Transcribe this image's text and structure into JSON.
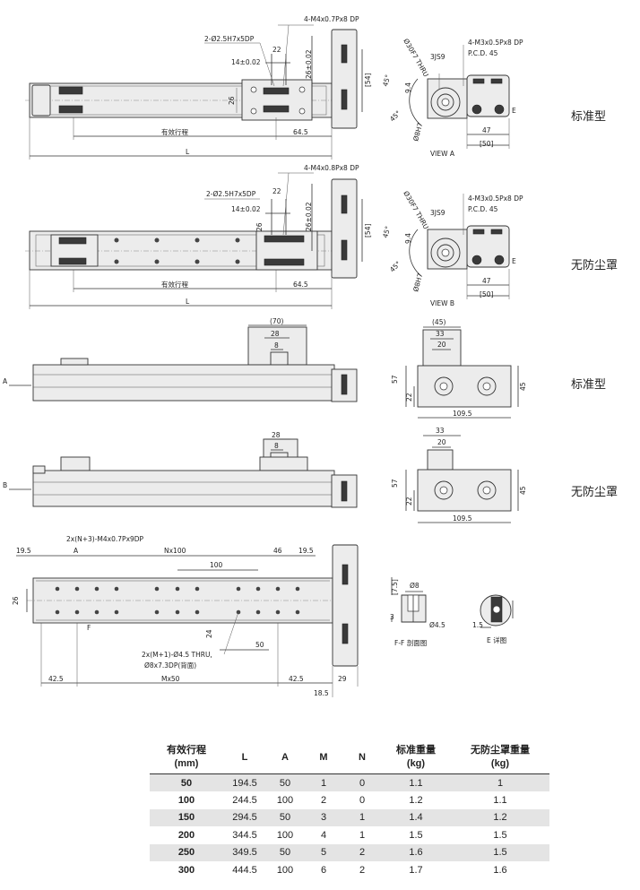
{
  "labels": {
    "standard_type": "标准型",
    "dust_free_type": "无防尘罩",
    "view_a": "VIEW A",
    "view_b": "VIEW B",
    "section_ff": "F-F 剖面图",
    "detail_e": "E 详图",
    "effective_stroke": "有效行程"
  },
  "callouts": {
    "top_tap": "4-M4x0.7Px8 DP",
    "pin_hole": "2-Ø2.5H7x5DP",
    "mid_tap": "4-M4x0.8Px8 DP",
    "motor_tap": "4-M3x0.5Px8 DP",
    "pcd": "P.C.D. 45",
    "spigot": "Ø30F7 THRU",
    "keyway": "3JS9",
    "shaft": "Ø8H7",
    "angle": "45°",
    "base_taps": "2x(N+3)-M4x0.7Px9DP",
    "pitch": "Nx100",
    "thru_holes": "2x(M+1)-Ø4.5 THRU,",
    "counterbore": "Ø8x7.3DP(背面)",
    "pitch_m": "Mx50"
  },
  "dims": {
    "d22": "22",
    "d14": "14±0.02",
    "d26t": "26±0.02",
    "d54": "[54]",
    "d26": "26",
    "d645": "64.5",
    "dL": "L",
    "d94": "9.4",
    "d47": "47",
    "d50b": "[50]",
    "dE": "E",
    "d70": "(70)",
    "d28": "28",
    "d8": "8",
    "d45p": "(45)",
    "d33": "33",
    "d20": "20",
    "d57": "57",
    "d45": "45",
    "d1095": "109.5",
    "d195": "19.5",
    "dA": "A",
    "d46": "46",
    "d100": "100",
    "d24": "24",
    "d50": "50",
    "d425": "42.5",
    "d29": "29",
    "d185": "18.5",
    "dF": "F",
    "d75": "[7.5]",
    "d3": "3",
    "d8d": "Ø8",
    "d45h": "Ø4.5",
    "d15": "1.5",
    "dB": "B"
  },
  "table": {
    "headers": [
      "有效行程\n(mm)",
      "L",
      "A",
      "M",
      "N",
      "标准重量\n(kg)",
      "无防尘罩重量\n(kg)"
    ],
    "rows": [
      [
        "50",
        "194.5",
        "50",
        "1",
        "0",
        "1.1",
        "1"
      ],
      [
        "100",
        "244.5",
        "100",
        "2",
        "0",
        "1.2",
        "1.1"
      ],
      [
        "150",
        "294.5",
        "50",
        "3",
        "1",
        "1.4",
        "1.2"
      ],
      [
        "200",
        "344.5",
        "100",
        "4",
        "1",
        "1.5",
        "1.5"
      ],
      [
        "250",
        "349.5",
        "50",
        "5",
        "2",
        "1.6",
        "1.5"
      ],
      [
        "300",
        "444.5",
        "100",
        "6",
        "2",
        "1.7",
        "1.6"
      ]
    ]
  }
}
